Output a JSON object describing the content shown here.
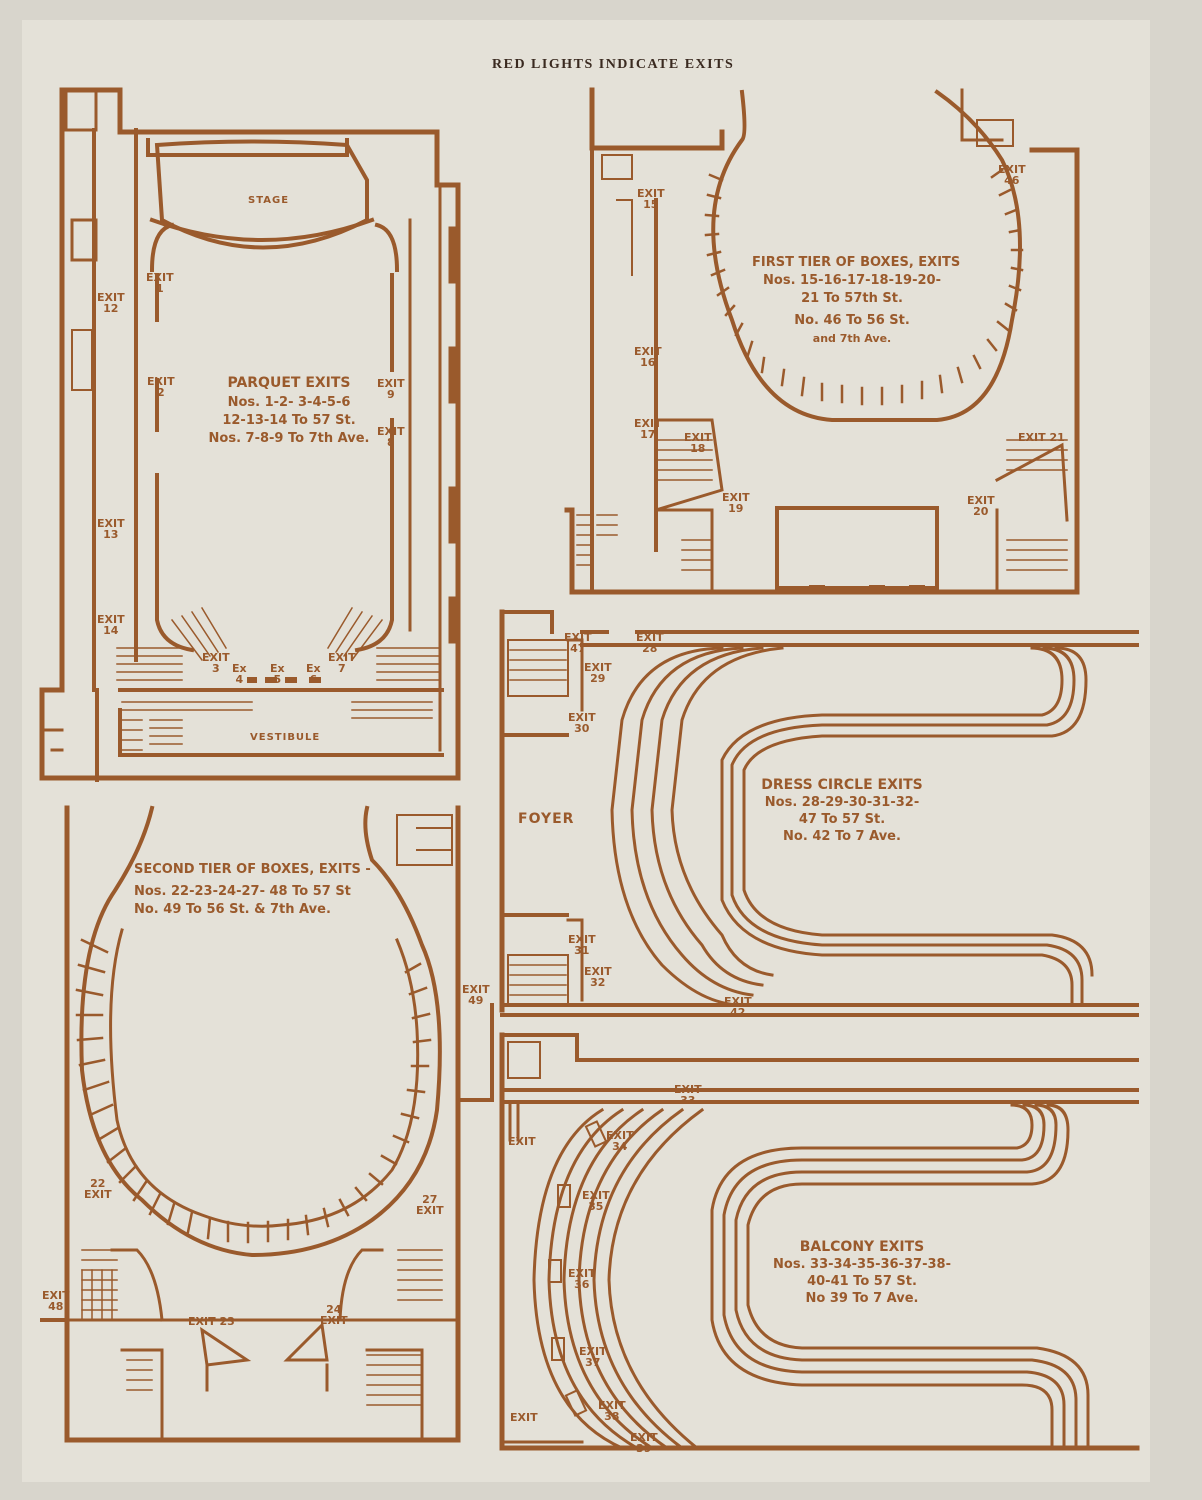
{
  "header": "RED LIGHTS INDICATE EXITS",
  "rooms": {
    "stage": "STAGE",
    "vestibule": "VESTIBULE",
    "foyer": "FOYER"
  },
  "panels": {
    "parquet": {
      "title": "PARQUET EXITS",
      "lines": [
        "Nos. 1-2- 3-4-5-6",
        "12-13-14 To 57 St.",
        "Nos. 7-8-9 To 7th Ave."
      ]
    },
    "first_tier": {
      "title": "FIRST TIER OF BOXES, EXITS",
      "lines": [
        "Nos. 15-16-17-18-19-20-",
        "21 To 57th St.",
        "No. 46 To 56 St.",
        "and 7th Ave."
      ]
    },
    "dress_circle": {
      "title": "DRESS CIRCLE EXITS",
      "lines": [
        "Nos. 28-29-30-31-32-",
        "47 To 57 St.",
        "No. 42 To 7 Ave."
      ]
    },
    "second_tier": {
      "title": "SECOND TIER OF BOXES, EXITS -",
      "lines": [
        "Nos. 22-23-24-27- 48 To 57 St",
        "No. 49 To 56 St. & 7th Ave."
      ]
    },
    "balcony": {
      "title": "BALCONY EXITS",
      "lines": [
        "Nos. 33-34-35-36-37-38-",
        "40-41 To 57 St.",
        "No 39 To 7 Ave."
      ]
    }
  },
  "exit_word": "EXIT",
  "ex_word": "Ex",
  "exits": [
    "1",
    "2",
    "3",
    "4",
    "5",
    "6",
    "7",
    "8",
    "9",
    "12",
    "13",
    "14",
    "15",
    "16",
    "17",
    "18",
    "19",
    "20",
    "21",
    "22",
    "23",
    "24",
    "27",
    "28",
    "29",
    "30",
    "31",
    "32",
    "33",
    "34",
    "35",
    "36",
    "37",
    "38",
    "39",
    "42",
    "46",
    "47",
    "48",
    "49"
  ],
  "colors": {
    "ink": "#9a5a2c",
    "paper": "#e4e1d8",
    "header_ink": "#3a2a20"
  }
}
